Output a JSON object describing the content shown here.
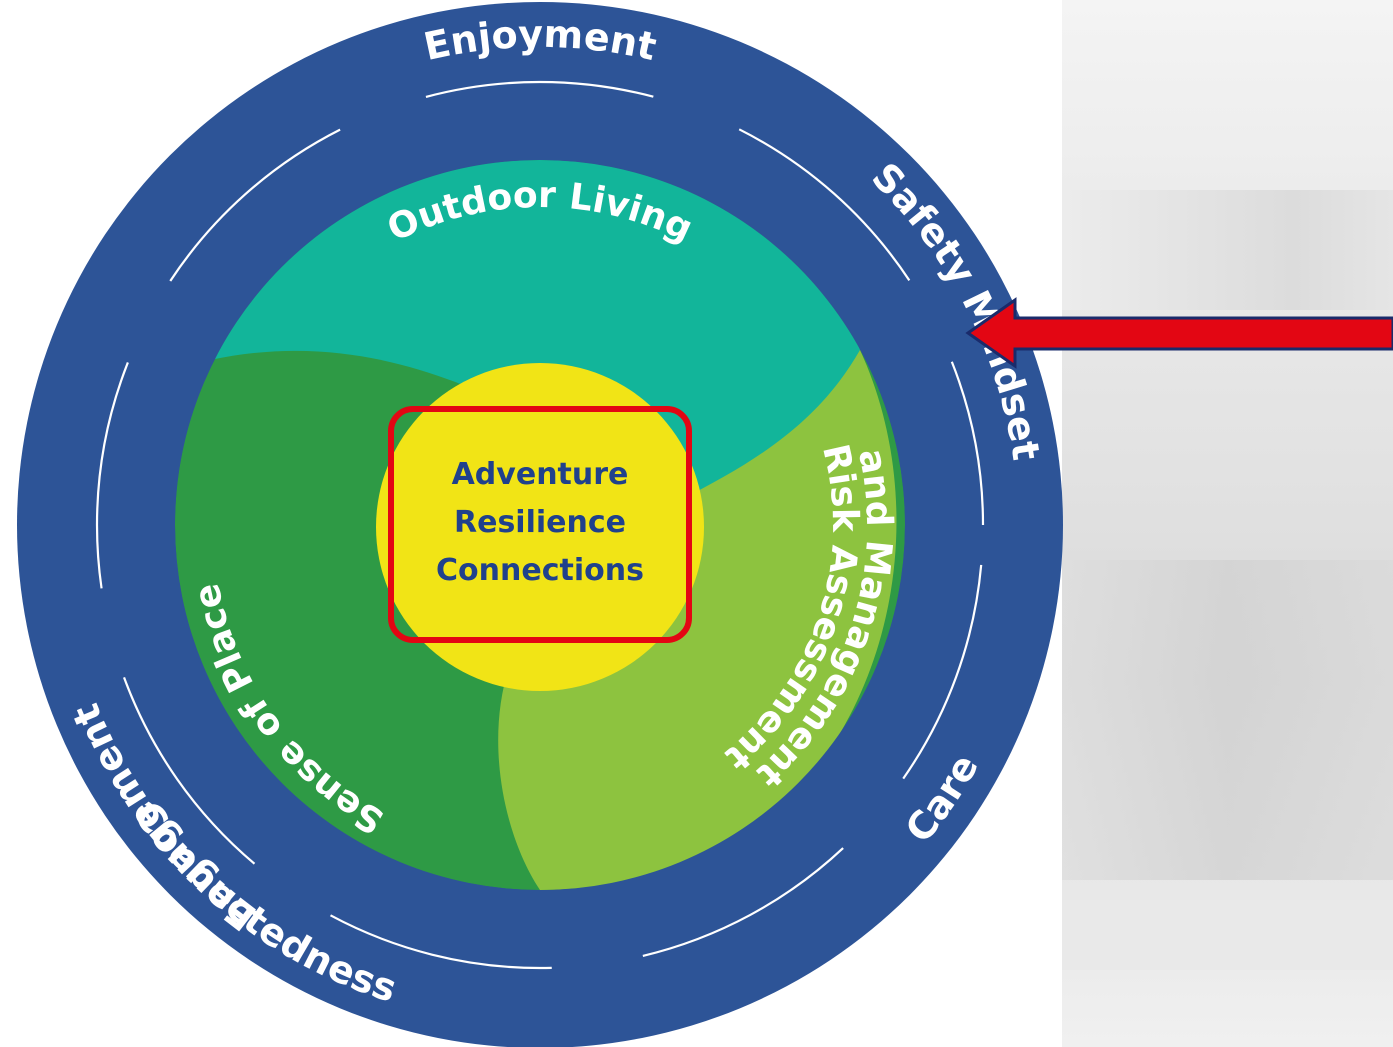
{
  "diagram": {
    "outer_ring_labels": {
      "top": "Enjoyment",
      "left": "Engagement",
      "right": "Safety Mindset",
      "bottom_left": "Connectedness",
      "bottom_right": "Care"
    },
    "middle_segments": {
      "top": "Outdoor Living",
      "left": "Sense of Place",
      "right_line1": "Risk Assessment",
      "right_line2": "and Management"
    },
    "core": {
      "line1": "Adventure",
      "line2": "Resilience",
      "line3": "Connections"
    }
  },
  "colors": {
    "outer_ring": "#2d5497",
    "outdoor_living": "#12b59a",
    "sense_of_place": "#2e9a45",
    "risk_assessment": "#8dc33f",
    "core": "#f1e416",
    "core_text": "#20418c",
    "highlight": "#e30613",
    "arrow": "#e30613"
  }
}
